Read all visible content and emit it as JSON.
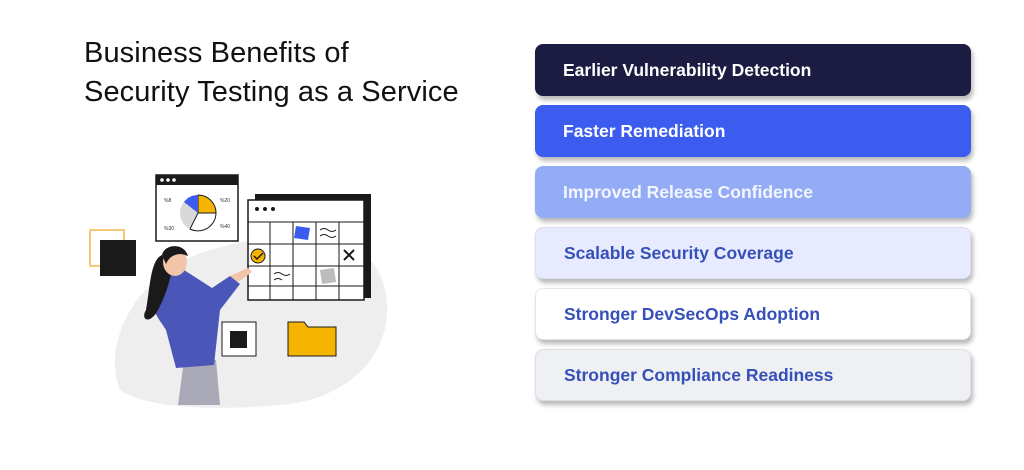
{
  "title": {
    "line1": "Business Benefits of",
    "line2": "Security Testing as a Service"
  },
  "illustration": {
    "chart_labels": [
      "%8",
      "%20",
      "%30",
      "%40"
    ]
  },
  "benefits": [
    {
      "label": "Earlier Vulnerability Detection"
    },
    {
      "label": "Faster Remediation"
    },
    {
      "label": "Improved Release Confidence"
    },
    {
      "label": "Scalable Security Coverage"
    },
    {
      "label": "Stronger DevSecOps Adoption"
    },
    {
      "label": "Stronger Compliance Readiness"
    }
  ],
  "colors": {
    "dark_navy": "#1c1c42",
    "blue": "#3c5cf0",
    "light_blue": "#94abf6",
    "pale_blue": "#e8ebff",
    "accent_yellow": "#f5b400",
    "figure_shirt": "#4a56b8"
  }
}
